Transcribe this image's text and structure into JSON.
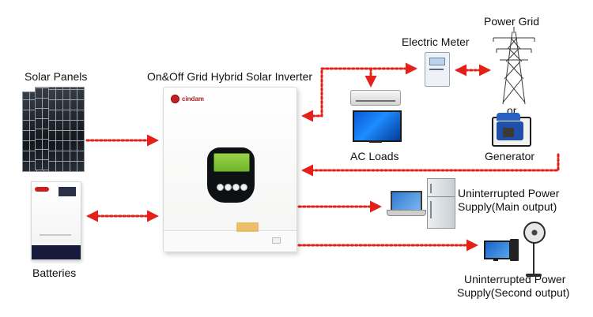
{
  "labels": {
    "solar_panels": "Solar Panels",
    "inverter": "On&Off Grid Hybrid Solar Inverter",
    "batteries": "Batteries",
    "electric_meter": "Electric Meter",
    "power_grid": "Power Grid",
    "or": "or",
    "generator": "Generator",
    "ac_loads": "AC Loads",
    "ups_main_line1": "Uninterrupted Power",
    "ups_main_line2": "Supply(Main output)",
    "ups_second_line1": "Uninterrupted Power",
    "ups_second_line2": "Supply(Second output)"
  },
  "brand": "cindam",
  "colors": {
    "arrow": "#e32119",
    "text": "#111111"
  }
}
